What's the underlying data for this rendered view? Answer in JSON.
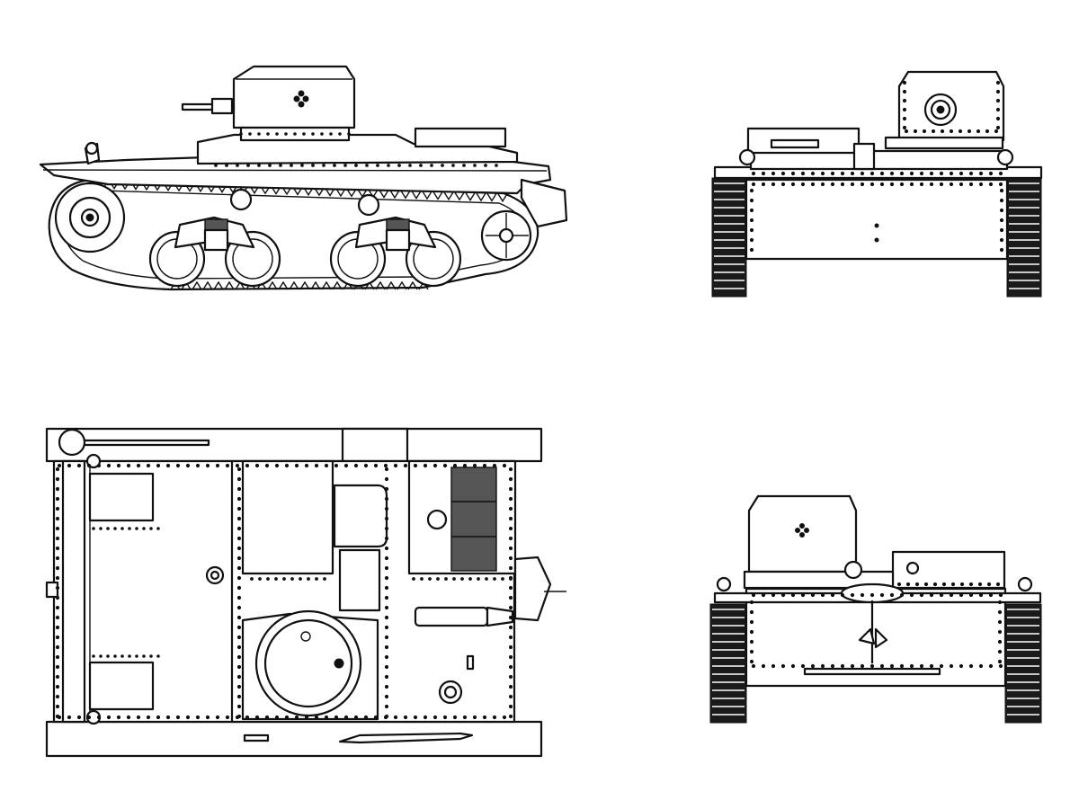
{
  "figure": {
    "views": [
      {
        "id": "side-view",
        "label": ""
      },
      {
        "id": "front-view",
        "label": ""
      },
      {
        "id": "top-view",
        "label": ""
      },
      {
        "id": "rear-view",
        "label": ""
      }
    ]
  },
  "colors": {
    "ink": "#111111",
    "paper": "#ffffff",
    "grille": "#555555"
  }
}
